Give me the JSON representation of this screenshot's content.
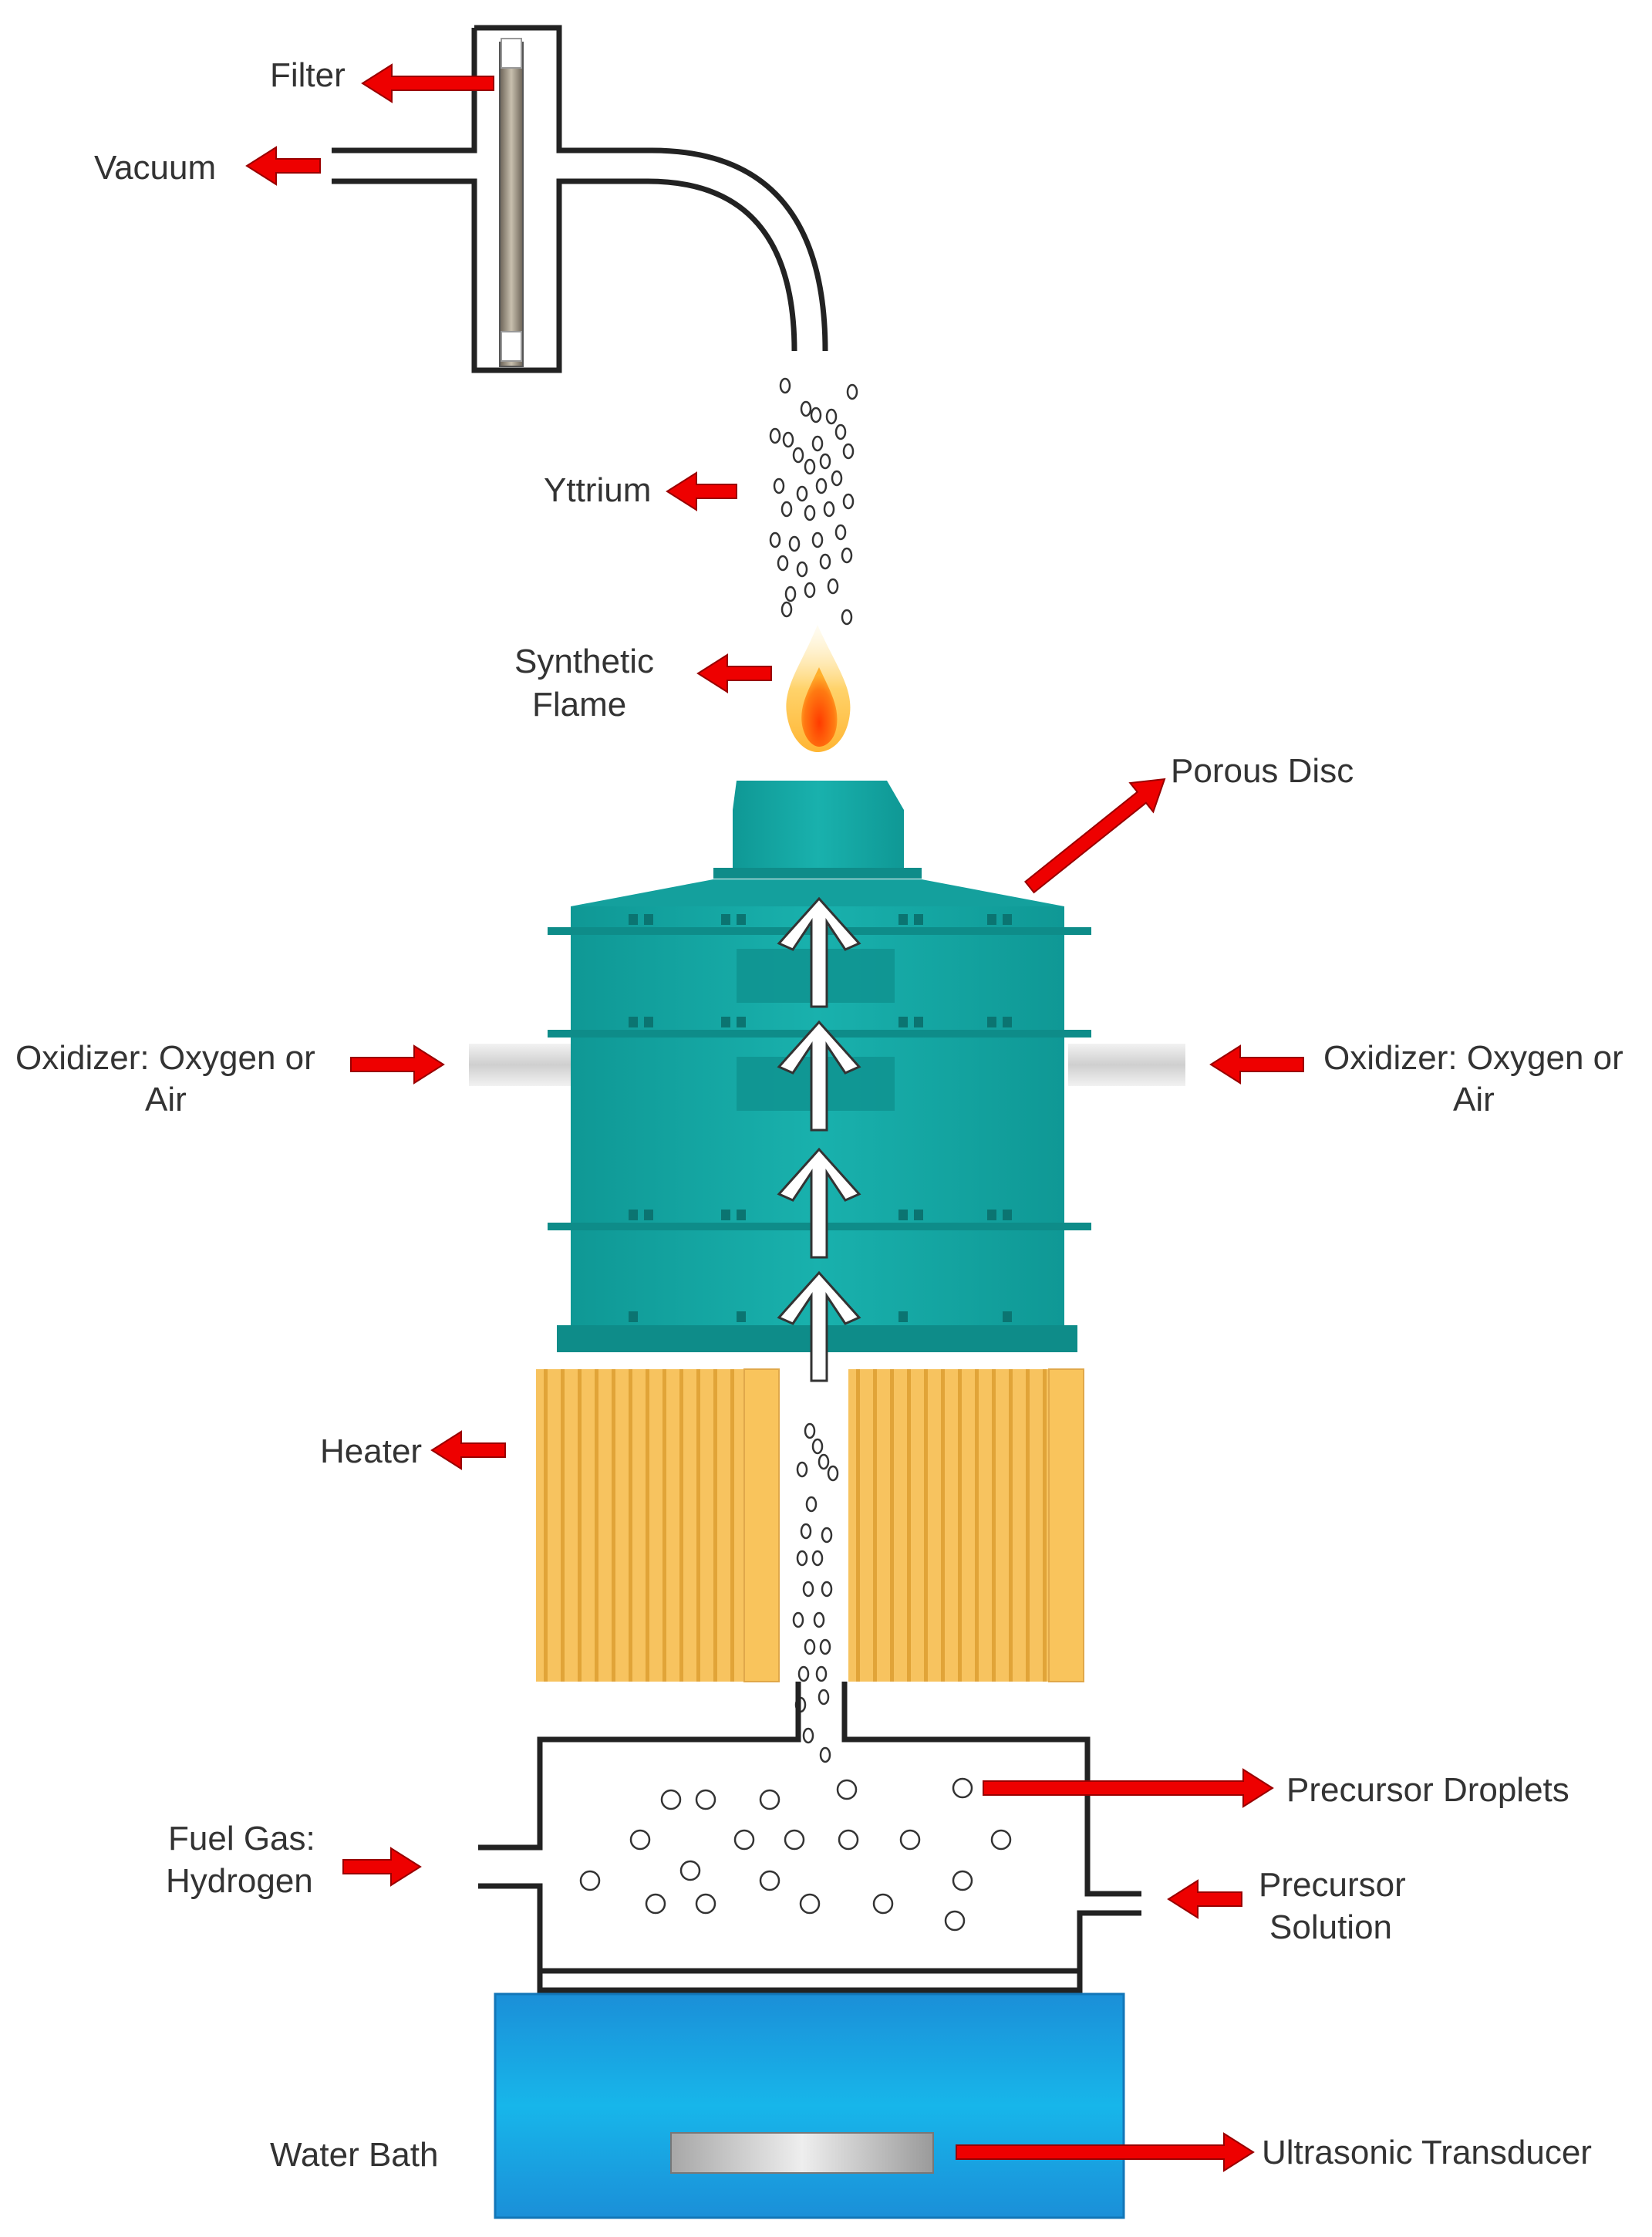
{
  "labels": {
    "filter": "Filter",
    "vacuum": "Vacuum",
    "yttrium": "Yttrium",
    "synthetic_flame_line1": "Synthetic",
    "synthetic_flame_line2": "Flame",
    "porous_disc": "Porous Disc",
    "oxidizer_left_line1": "Oxidizer: Oxygen or",
    "oxidizer_left_line2": "Air",
    "oxidizer_right_line1": "Oxidizer: Oxygen or",
    "oxidizer_right_line2": "Air",
    "heater": "Heater",
    "fuel_gas_line1": "Fuel Gas:",
    "fuel_gas_line2": "Hydrogen",
    "precursor_droplets": "Precursor Droplets",
    "precursor_solution_line1": "Precursor",
    "precursor_solution_line2": "Solution",
    "water_bath": "Water Bath",
    "ultrasonic_transducer": "Ultrasonic Transducer"
  },
  "colors": {
    "label_text": "#333333",
    "arrow_red": "#ee0000",
    "arrow_outline": "#990000",
    "reactor_teal": "#16a7a4",
    "reactor_teal_dark": "#0e8c89",
    "heater_gold": "#f7c35f",
    "heater_stripe": "#d99a2b",
    "water_bath_blue": "#19a6e0",
    "tube_black": "#222222"
  }
}
